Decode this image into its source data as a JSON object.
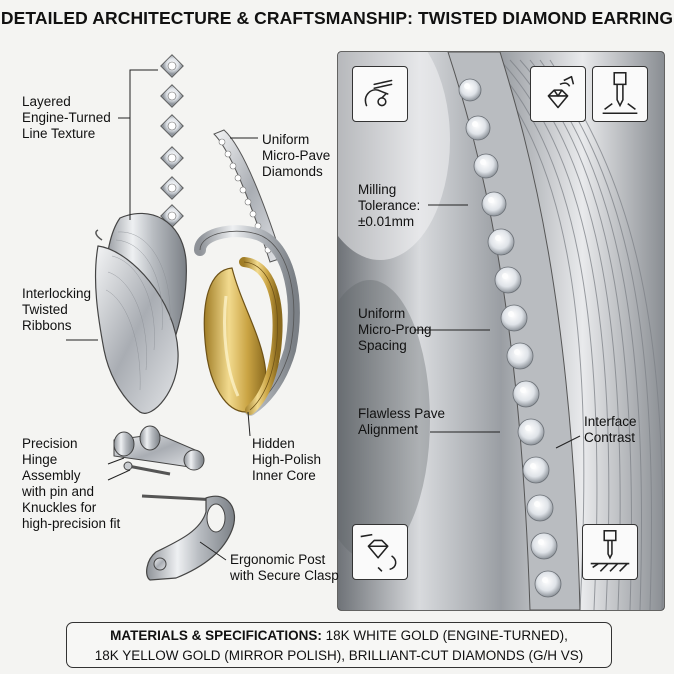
{
  "title": "DETAILED ARCHITECTURE & CRAFTSMANSHIP: TWISTED DIAMOND EARRING",
  "left_callouts": {
    "layered": [
      "Layered",
      "Engine-Turned",
      "Line Texture"
    ],
    "micropave": [
      "Uniform",
      "Micro-Pave",
      "Diamonds"
    ],
    "ribbons": [
      "Interlocking",
      "Twisted",
      "Ribbons"
    ],
    "hinge": [
      "Precision",
      "Hinge",
      "Assembly",
      "with pin and",
      "Knuckles for",
      "high-precision fit"
    ],
    "core": [
      "Hidden",
      "High-Polish",
      "Inner Core"
    ],
    "post": [
      "Ergonomic Post",
      "with Secure Clasp"
    ]
  },
  "right_callouts": {
    "milling": [
      "Milling",
      "Tolerance:",
      "±0.01mm"
    ],
    "prong": [
      "Uniform",
      "Micro-Prong",
      "Spacing"
    ],
    "pave": [
      "Flawless Pave",
      "Alignment"
    ],
    "interface": [
      "Interface",
      "Contrast"
    ]
  },
  "footer": {
    "label": "MATERIALS & SPECIFICATIONS:",
    "line1": "18K WHITE GOLD (ENGINE-TURNED),",
    "line2": "18K YELLOW GOLD (MIRROR POLISH), BRILLIANT-CUT DIAMONDS (G/H VS)"
  },
  "icons": {
    "top_left": "hand-tweezer-icon",
    "top_mid": "diamond-setting-icon",
    "top_right": "drill-bit-icon",
    "bottom_left": "hand-diamond-icon",
    "bottom_right": "milling-drill-icon"
  },
  "colors": {
    "white_gold": "#c9ccd0",
    "yellow_gold": "#d9b85a",
    "line": "#333333"
  }
}
